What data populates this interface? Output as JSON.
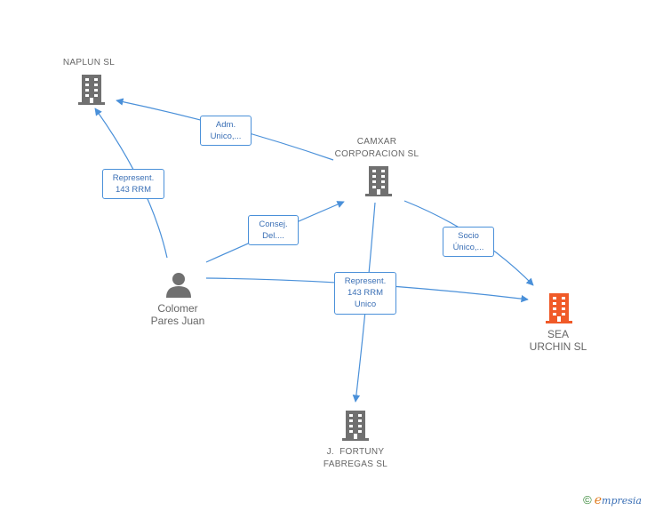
{
  "nodes": {
    "naplun": {
      "name": "NAPLUN SL"
    },
    "camxar": {
      "line1": "CAMXAR",
      "line2": "CORPORACION SL"
    },
    "colomer": {
      "line1": "Colomer",
      "line2": "Pares Juan"
    },
    "sea": {
      "line1": "SEA",
      "line2": "URCHIN SL"
    },
    "fortuny": {
      "line1": "J.  FORTUNY",
      "line2": "FABREGAS SL"
    }
  },
  "edges": {
    "adm": {
      "line1": "Adm.",
      "line2": "Unico,..."
    },
    "represent_naplun": {
      "line1": "Represent.",
      "line2": "143 RRM"
    },
    "consej": {
      "line1": "Consej.",
      "line2": "Del...."
    },
    "socio": {
      "line1": "Socio",
      "line2": "Único,..."
    },
    "represent_center": {
      "line1": "Represent.",
      "line2": "143 RRM",
      "line3": "Unico"
    }
  },
  "colors": {
    "edge": "#4a90d9",
    "building": "#707070",
    "building_highlight": "#f05a28",
    "person": "#707070"
  },
  "footer": {
    "copyright": "©",
    "brand_initial": "e",
    "brand": "mpresia"
  }
}
